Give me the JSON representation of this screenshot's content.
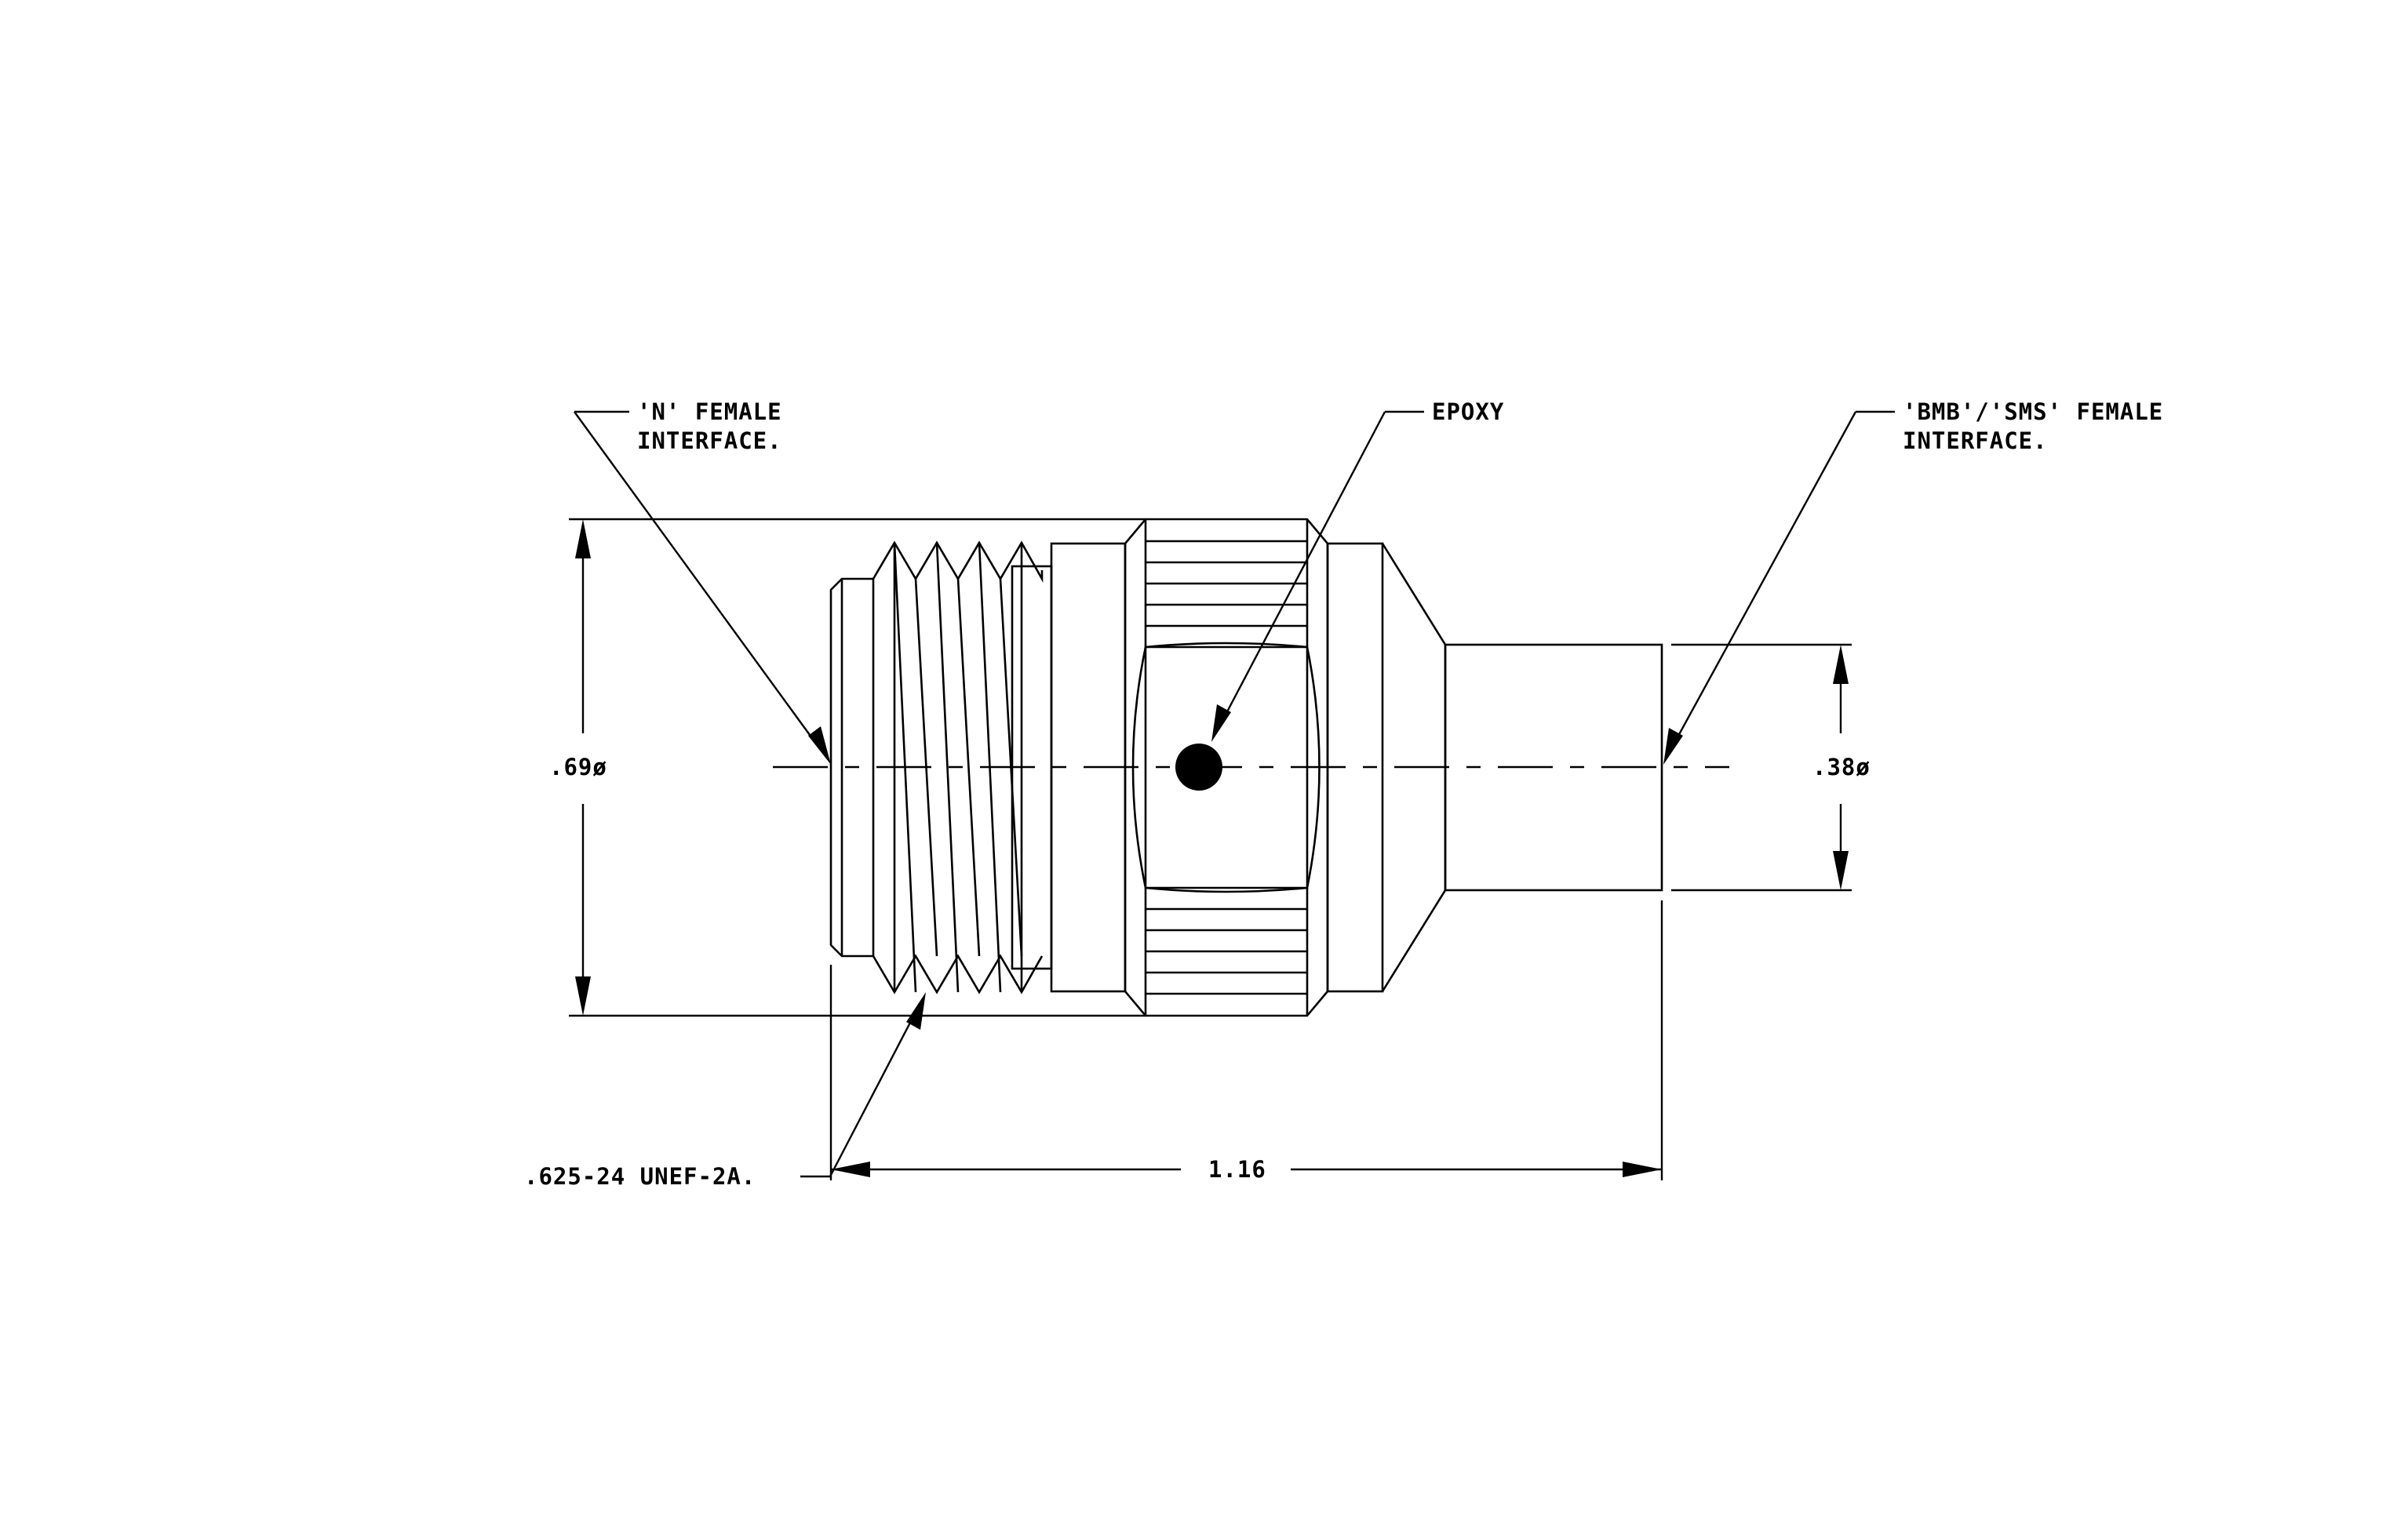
{
  "labels": {
    "n_interface_line1": "'N' FEMALE",
    "n_interface_line2": "INTERFACE.",
    "epoxy": "EPOXY",
    "bmb_interface_line1": "'BMB'/'SMS' FEMALE",
    "bmb_interface_line2": "INTERFACE.",
    "thread_spec": ".625-24 UNEF-2A.",
    "overall_length": "1.16",
    "large_diameter": ".69ø",
    "small_diameter": ".38ø"
  },
  "colors": {
    "line": "#000000",
    "background": "#ffffff"
  }
}
